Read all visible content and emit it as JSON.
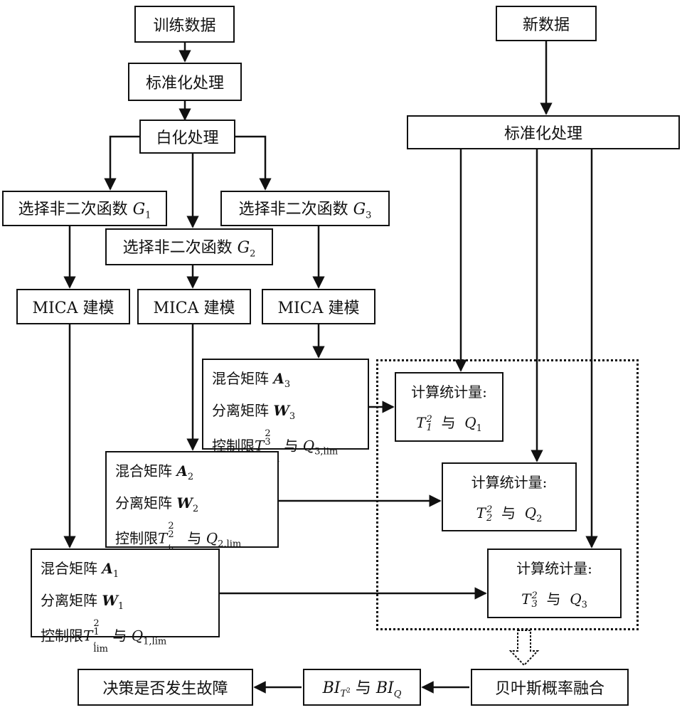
{
  "left": {
    "train": "训练数据",
    "std": "标准化处理",
    "white": "白化处理",
    "sel1": "选择非二次函数",
    "sel1_var": "G",
    "sel1_sub": "1",
    "sel2": "选择非二次函数",
    "sel2_var": "G",
    "sel2_sub": "2",
    "sel3": "选择非二次函数",
    "sel3_var": "G",
    "sel3_sub": "3",
    "mica1": "MICA 建模",
    "mica2": "MICA 建模",
    "mica3": "MICA 建模"
  },
  "right": {
    "newdata": "新数据",
    "std": "标准化处理"
  },
  "matrices": [
    {
      "mix": "混合矩阵",
      "A": "A",
      "sep": "分离矩阵",
      "W": "W",
      "ctrl": "控制限",
      "T": "T",
      "sup": "2",
      "idx": "1",
      "lim": "lim",
      "and": "与",
      "Q": "Q"
    },
    {
      "mix": "混合矩阵",
      "A": "A",
      "sep": "分离矩阵",
      "W": "W",
      "ctrl": "控制限",
      "T": "T",
      "sup": "2",
      "idx": "2",
      "lim": "lim",
      "and": "与",
      "Q": "Q"
    },
    {
      "mix": "混合矩阵",
      "A": "A",
      "sep": "分离矩阵",
      "W": "W",
      "ctrl": "控制限",
      "T": "T",
      "sup": "2",
      "idx": "3",
      "lim": "lim",
      "and": "与",
      "Q": "Q"
    }
  ],
  "stats": [
    {
      "title": "计算统计量:",
      "T": "T",
      "sup": "2",
      "and": "与",
      "Q": "Q",
      "idx": "1"
    },
    {
      "title": "计算统计量:",
      "T": "T",
      "sup": "2",
      "and": "与",
      "Q": "Q",
      "idx": "2"
    },
    {
      "title": "计算统计量:",
      "T": "T",
      "sup": "2",
      "and": "与",
      "Q": "Q",
      "idx": "3"
    }
  ],
  "bottom": {
    "bayes": "贝叶斯概率融合",
    "bi_prefix": "BI",
    "bi_T": "T",
    "bi_T_sup": "2",
    "bi_and": "与",
    "bi_Q_prefix": "BI",
    "bi_Q": "Q",
    "decision": "决策是否发生故障"
  }
}
